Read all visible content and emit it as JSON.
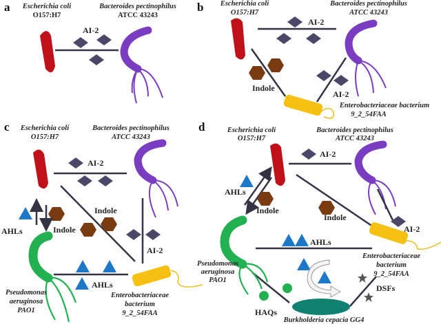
{
  "panels": [
    {
      "id": "a",
      "label": "a",
      "organisms": {
        "ecoli": [
          "Escherichia coli",
          "O157:H7"
        ],
        "bacteroides": [
          "Bacteroides pectinophilus",
          "ATCC 43243"
        ]
      },
      "signals": [
        "AI-2"
      ]
    },
    {
      "id": "b",
      "label": "b",
      "organisms": {
        "ecoli": [
          "Escherichia coli",
          "O157:H7"
        ],
        "bacteroides": [
          "Bacteroides pectinophilus",
          "ATCC 43243"
        ],
        "entero": [
          "Enterobacteriaceae bacterium",
          "9_2_54FAA"
        ]
      },
      "signals": [
        "AI-2",
        "Indole",
        "AI-2"
      ]
    },
    {
      "id": "c",
      "label": "c",
      "organisms": {
        "ecoli": [
          "Escherichia coli",
          "O157:H7"
        ],
        "bacteroides": [
          "Bacteroides pectinophilus",
          "ATCC 43243"
        ],
        "pseudomonas": [
          "Pseudomonas",
          "aeruginosa",
          "PAO1"
        ],
        "entero": [
          "Enterobacteriaceae",
          "bacterium",
          "9_2_54FAA"
        ]
      },
      "signals": [
        "AI-2",
        "Indole",
        "AHLs",
        "Indole",
        "AI-2",
        "AHLs"
      ]
    },
    {
      "id": "d",
      "label": "d",
      "organisms": {
        "ecoli": [
          "Escherichia coli",
          "O157:H7"
        ],
        "bacteroides": [
          "Bacteroides pectinophilus",
          "ATCC 43243"
        ],
        "pseudomonas": [
          "Pseudomonas",
          "aeruginosa",
          "PAO1"
        ],
        "entero": [
          "Enterobacteriaceae",
          "bacterium",
          "9_2_54FAA"
        ],
        "burkholderia": [
          "Burkholderia cepacia GG4"
        ]
      },
      "signals": [
        "AI-2",
        "AHLs",
        "Indole",
        "Indole",
        "AI-2",
        "AHLs",
        "HAQs",
        "DSFs"
      ]
    }
  ],
  "legend_colors": {
    "ai2": "#4a4868",
    "indole": "#7a3a12",
    "ahls": "#1e78c8",
    "haqs": "#22b050",
    "dsfs": "#555555"
  }
}
